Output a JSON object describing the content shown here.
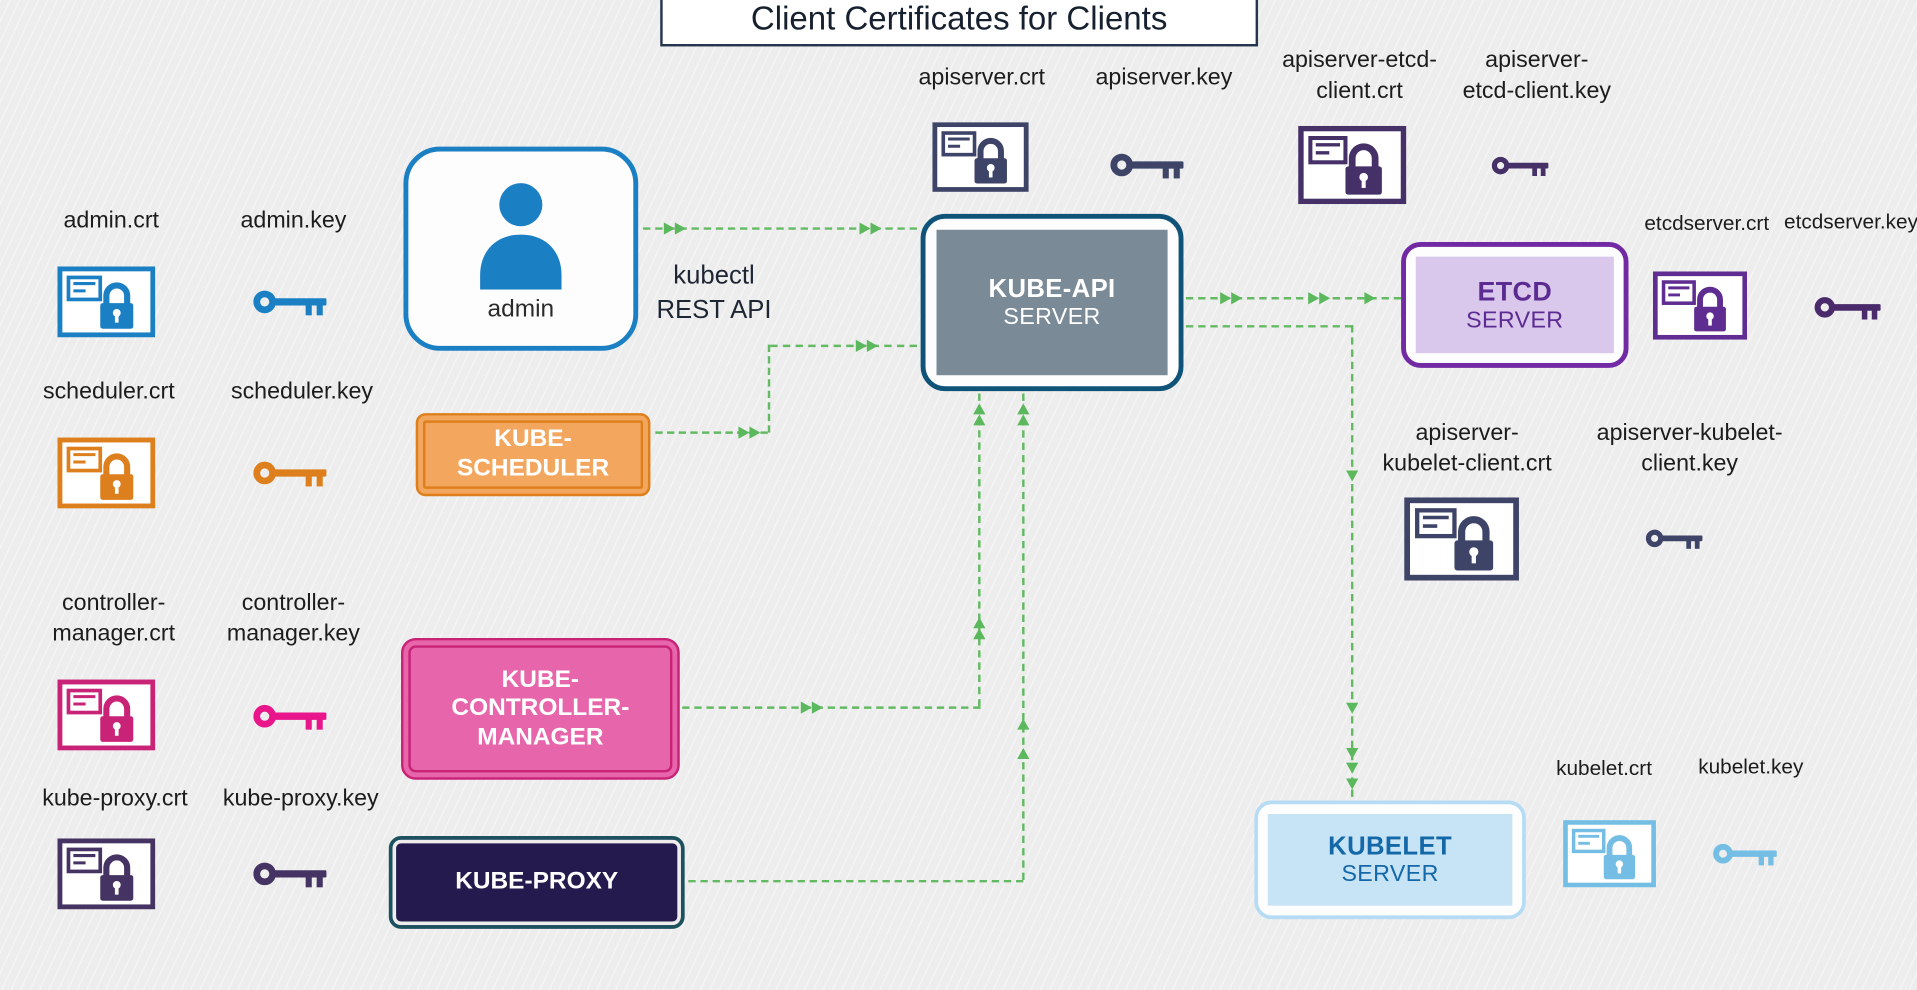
{
  "title": "Client Certificates for Clients",
  "nodes": {
    "admin": {
      "label": "admin"
    },
    "kube_scheduler": {
      "label": "KUBE-\nSCHEDULER"
    },
    "kube_controller_manager": {
      "label": "KUBE-\nCONTROLLER-\nMANAGER"
    },
    "kube_proxy": {
      "label": "KUBE-PROXY"
    },
    "kube_api_server": {
      "title": "KUBE-API",
      "subtitle": "SERVER"
    },
    "etcd_server": {
      "title": "ETCD",
      "subtitle": "SERVER"
    },
    "kubelet_server": {
      "title": "KUBELET",
      "subtitle": "SERVER"
    }
  },
  "files": {
    "admin_crt": "admin.crt",
    "admin_key": "admin.key",
    "scheduler_crt": "scheduler.crt",
    "scheduler_key": "scheduler.key",
    "controller_manager_crt": "controller-\nmanager.crt",
    "controller_manager_key": "controller-\nmanager.key",
    "kube_proxy_crt": "kube-proxy.crt",
    "kube_proxy_key": "kube-proxy.key",
    "apiserver_crt": "apiserver.crt",
    "apiserver_key": "apiserver.key",
    "apiserver_etcd_client_crt": "apiserver-etcd-\nclient.crt",
    "apiserver_etcd_client_key": "apiserver-\netcd-client.key",
    "etcdserver_crt": "etcdserver.crt",
    "etcdserver_key": "etcdserver.key",
    "apiserver_kubelet_client_crt": "apiserver-\nkubelet-client.crt",
    "apiserver_kubelet_client_key": "apiserver-kubelet-\nclient.key",
    "kubelet_crt": "kubelet.crt",
    "kubelet_key": "kubelet.key"
  },
  "edges": {
    "admin_to_apiserver_label": "kubectl\nREST API"
  },
  "icons": {
    "certificate": "certificate-with-lock",
    "key": "key",
    "admin_user": "person"
  },
  "colors": {
    "background": "#ededed",
    "title_border": "#25354f",
    "text_dark": "#1c1c1c",
    "admin_blue": "#1b7fc4",
    "scheduler_orange": "#dd7f1c",
    "scheduler_fill": "#f3a75e",
    "controller_pink": "#c92378",
    "controller_fill": "#e766ab",
    "controller_key_pink": "#e8158b",
    "proxy_fill": "#241a4d",
    "proxy_border": "#1c525e",
    "proxy_icon": "#453463",
    "apiserver_navy": "#3e4468",
    "apiserver_border": "#0f5378",
    "apiserver_fill": "#7b8a97",
    "etcd_purple": "#722aa4",
    "etcd_fill": "#d9c7ec",
    "etcd_text": "#5c2b91",
    "etcd_client_icon": "#453067",
    "etcdserver_icon": "#5f2d91",
    "etcdserver_key": "#4a2a6b",
    "kubelet_blue": "#74bde4",
    "kubelet_border": "#b5dcf4",
    "kubelet_fill": "#c6e4f6",
    "kubelet_text": "#1468a8",
    "arrow_green": "#5cb85c"
  }
}
